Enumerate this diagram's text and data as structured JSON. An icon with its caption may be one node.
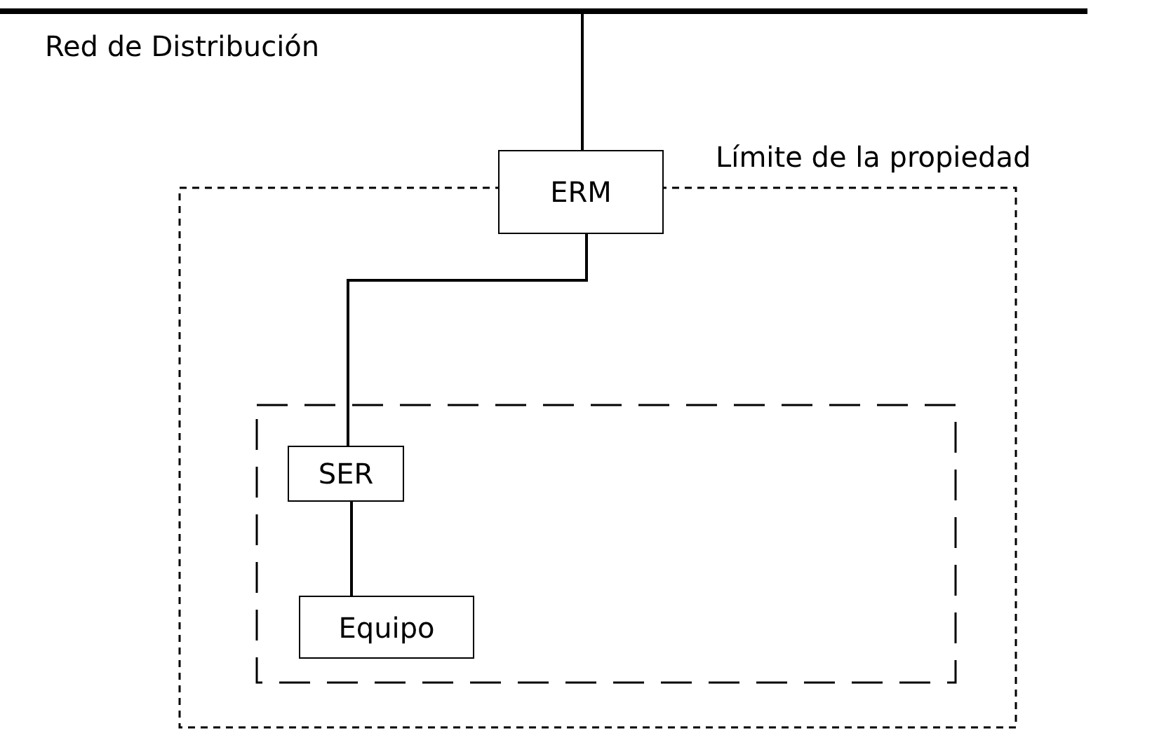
{
  "diagram": {
    "nodes": [
      {
        "text": [],
        "shape": "bar",
        "beside": [
          "Red de Distribución"
        ]
      },
      {
        "text": [
          "Límite de la propiedad"
        ]
      },
      {
        "text": [
          "ERM"
        ]
      },
      {
        "text": [],
        "shape": "box",
        "in": 1
      },
      {
        "text": [
          "SER"
        ],
        "in": 3
      },
      {
        "text": [
          "Equipo"
        ],
        "in": 3
      }
    ],
    "edges": [
      {
        "from": 0,
        "to": 2,
        "arrow": "none"
      },
      {
        "from": 2,
        "to": 4,
        "arrow": "none"
      },
      {
        "from": 4,
        "to": 5,
        "arrow": "none"
      }
    ]
  }
}
